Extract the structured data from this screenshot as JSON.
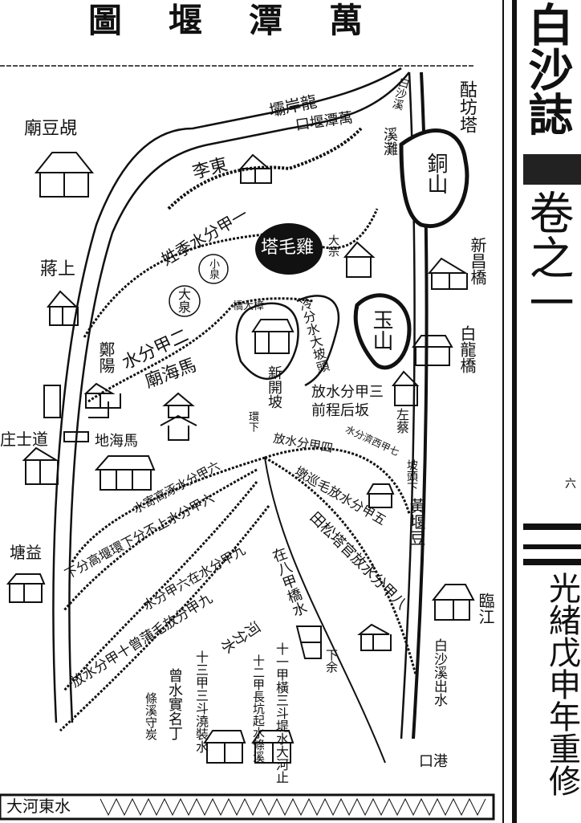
{
  "title": "萬潭堰圖",
  "margin": {
    "book_title": "白沙誌",
    "volume": "卷之一",
    "page_number": "六",
    "edition": "光緒戊申年重修"
  },
  "labels": {
    "longan_ba": "龍岸壩",
    "wantan_yankou": "萬潭堰口",
    "baisha_xi_top": "白沙溪",
    "xi_tan": "溪灘",
    "gufang_ta": "酤坊塔",
    "tong_shan": "銅山",
    "dong_li": "東李",
    "guandou_miao": "覘豆廟",
    "jia1": "一甲分水季姓",
    "xiao_quan": "小泉",
    "da_quan": "大泉",
    "jimao_ta": "雞毛塔",
    "da_zong": "大宗",
    "shang_jiang": "上蔣",
    "xinchang_qiao": "新昌橋",
    "yu_shan": "玉山",
    "bailong_qiao": "白龍橋",
    "jia2": "二甲分水",
    "mahai_miao": "馬海廟",
    "zheng_yang": "鄭陽",
    "da_qiao": "樟大橋",
    "leng_fen": "冷分水大坡頭",
    "xinkai_po": "新開坡",
    "jia3": "三甲分水放",
    "qiancheng": "前程后坂",
    "zuo_cai": "左蔡",
    "daoshi_zhuang": "道士庄",
    "mahai_di": "馬海地",
    "huan_xia": "環下",
    "jia4": "四甲分水放",
    "jia7": "七甲西濟分水",
    "potou_xia": "坡頭下",
    "jia5": "五甲分水放毛巡墩",
    "huang_yan": "黃堰豆",
    "jia6a": "六甲分水涿高寄水",
    "jia6b": "六甲分水上不分下環堰高分下",
    "jia9a": "九甲分水在六甲分水",
    "jia9b": "九甲分放毛蒲曾十甲分水放",
    "jia8": "八甲分水放官塔松田",
    "zai_ba": "在八甲橋水",
    "he_fen": "河分水",
    "jia11": "十一甲橫三斗堤水大河止",
    "jia12": "十二甲長坑起水條溪",
    "jia13": "十三甲三斗澆裝水",
    "zeng_shui": "曾水實名丁",
    "tiao_xi": "條溪守炭",
    "xia_yu": "下余",
    "yi_tang": "益塘",
    "lin_jiang": "臨江",
    "baisha_chushui": "白沙溪出水",
    "gang_kou": "港口",
    "dahe_dongshui": "大河東水"
  },
  "colors": {
    "ink": "#111111",
    "paper": "#ffffff"
  }
}
